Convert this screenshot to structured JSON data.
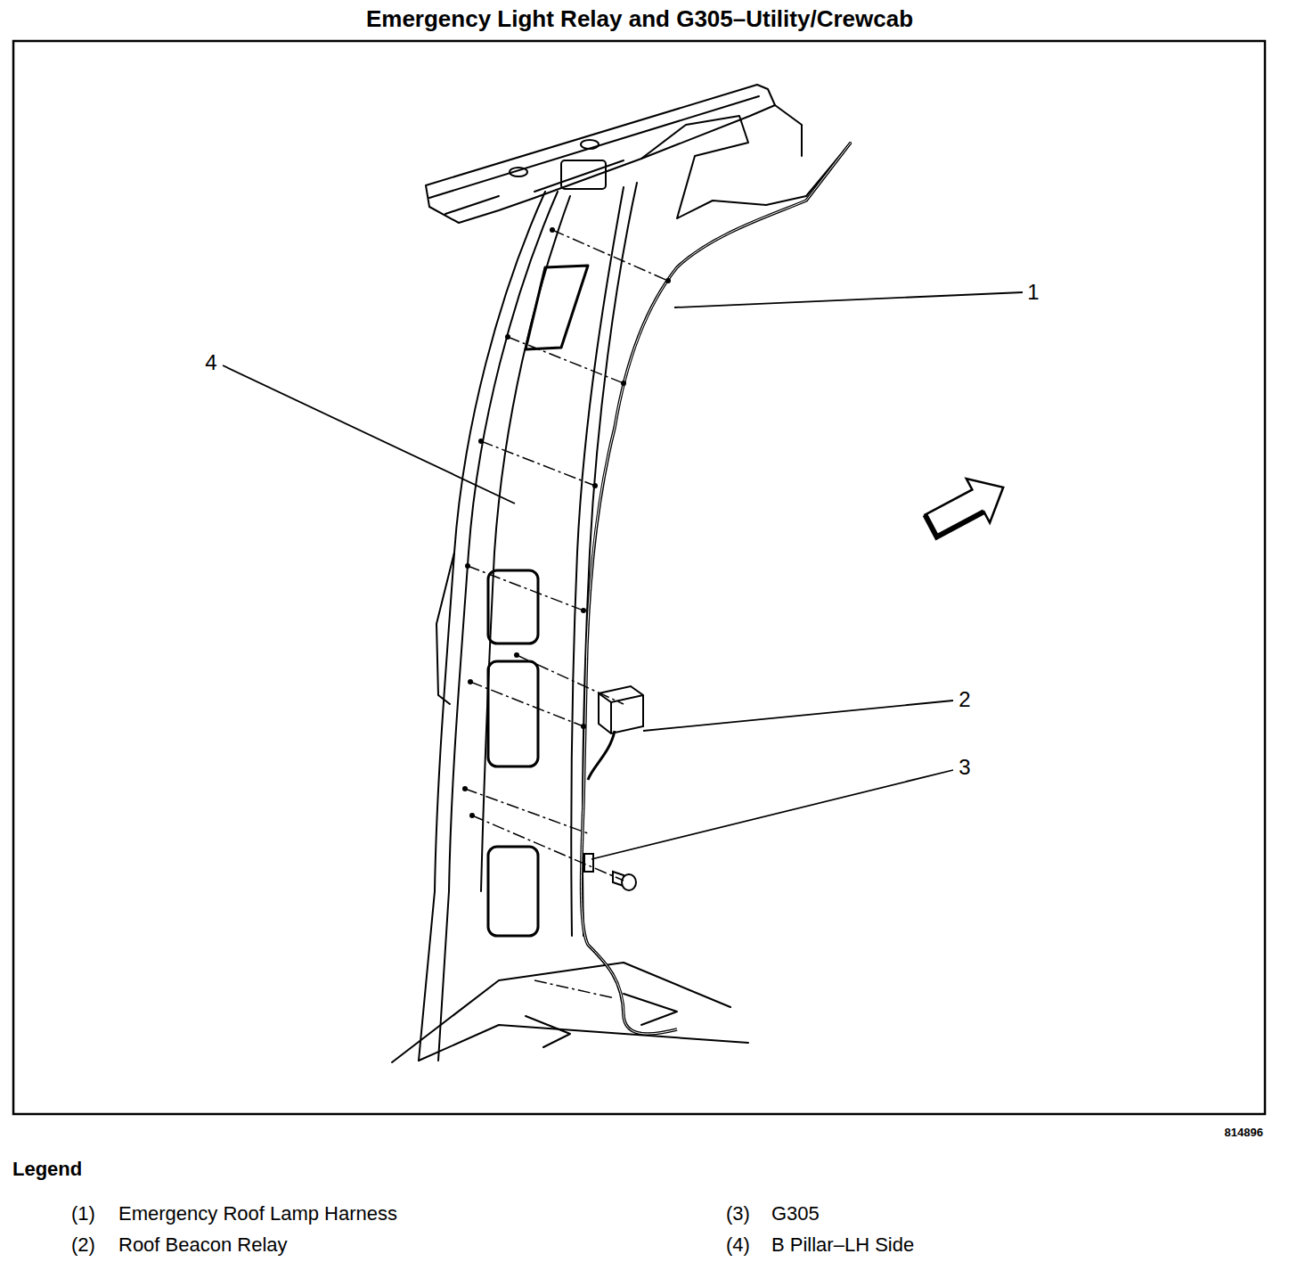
{
  "diagram": {
    "title": "Emergency Light Relay and G305–Utility/Crewcab",
    "labels": [
      "1",
      "2",
      "3",
      "4",
      "814896",
      "Legend",
      "(1)",
      "Emergency Roof Lamp Harness",
      "(2)",
      "Roof Beacon Relay",
      "(3)",
      "G305",
      "(4)",
      "B Pillar–LH Side"
    ]
  }
}
